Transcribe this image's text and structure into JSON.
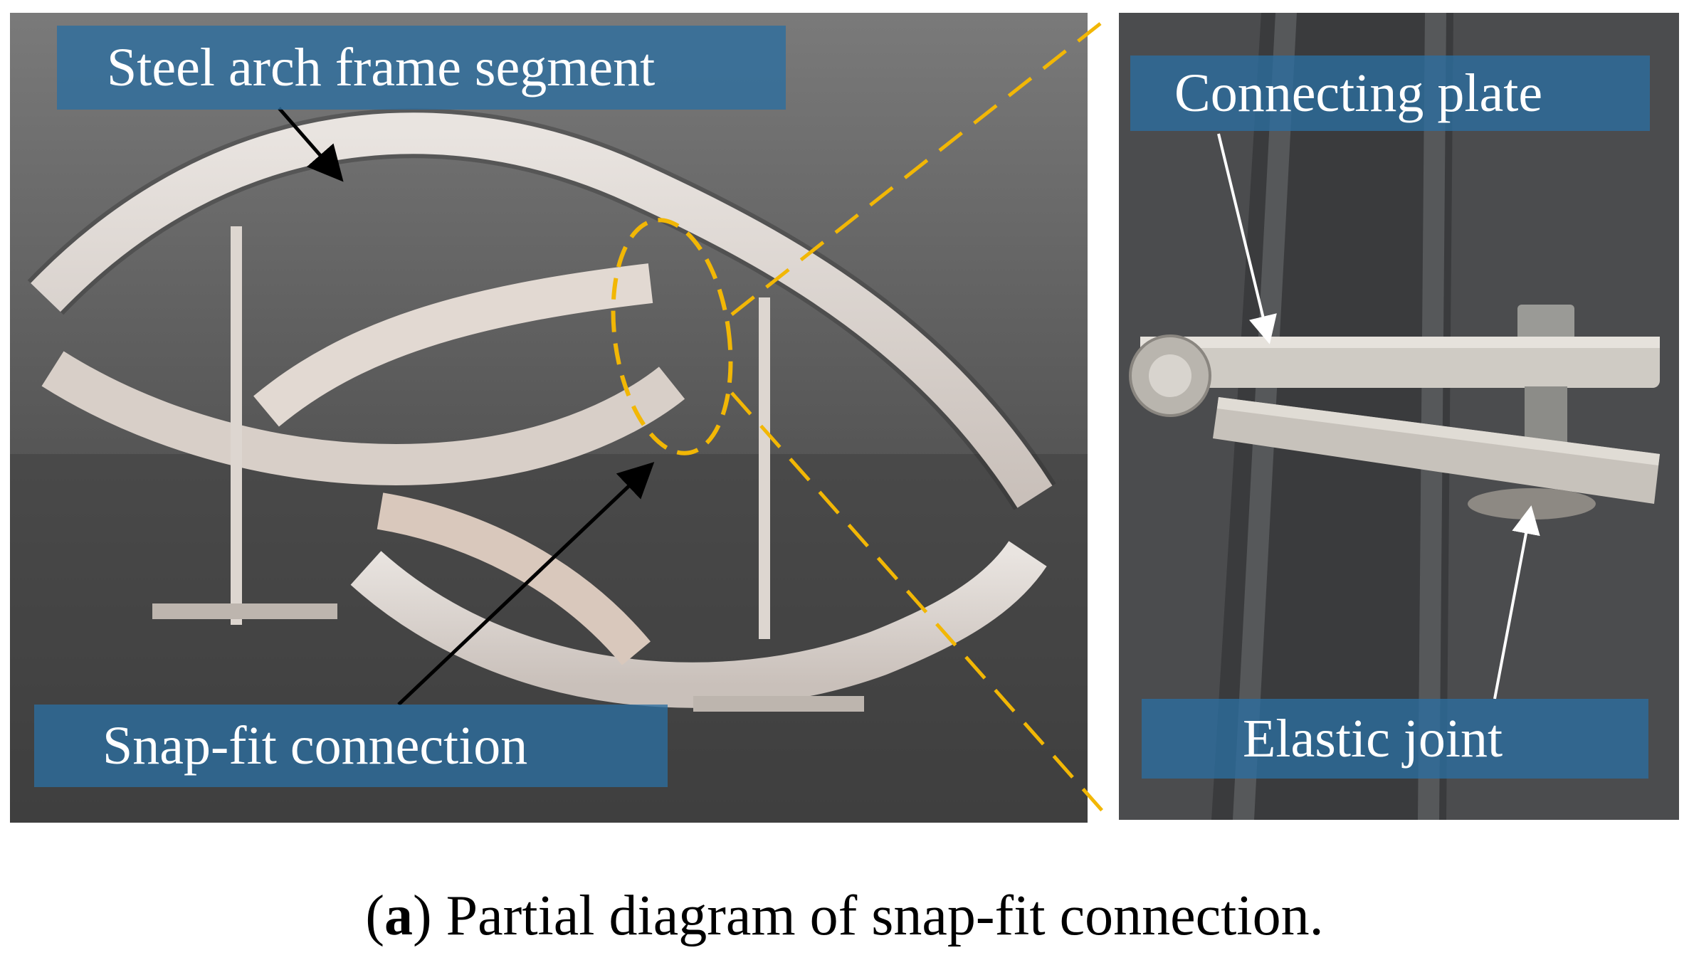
{
  "labels": {
    "steel_arch": "Steel arch frame segment",
    "snap_fit": "Snap-fit connection",
    "connecting_plate": "Connecting plate",
    "elastic_joint": "Elastic joint"
  },
  "caption": {
    "letter": "a",
    "open": "(",
    "close": ")",
    "text": " Partial diagram of snap-fit connection."
  },
  "colors": {
    "label_bg": "#2b6ea0",
    "zoom_line": "#f2b705",
    "arrow_left": "#000000",
    "arrow_right": "#ffffff"
  },
  "icons": [
    "arrow-icon",
    "dashed-ellipse-highlight"
  ]
}
